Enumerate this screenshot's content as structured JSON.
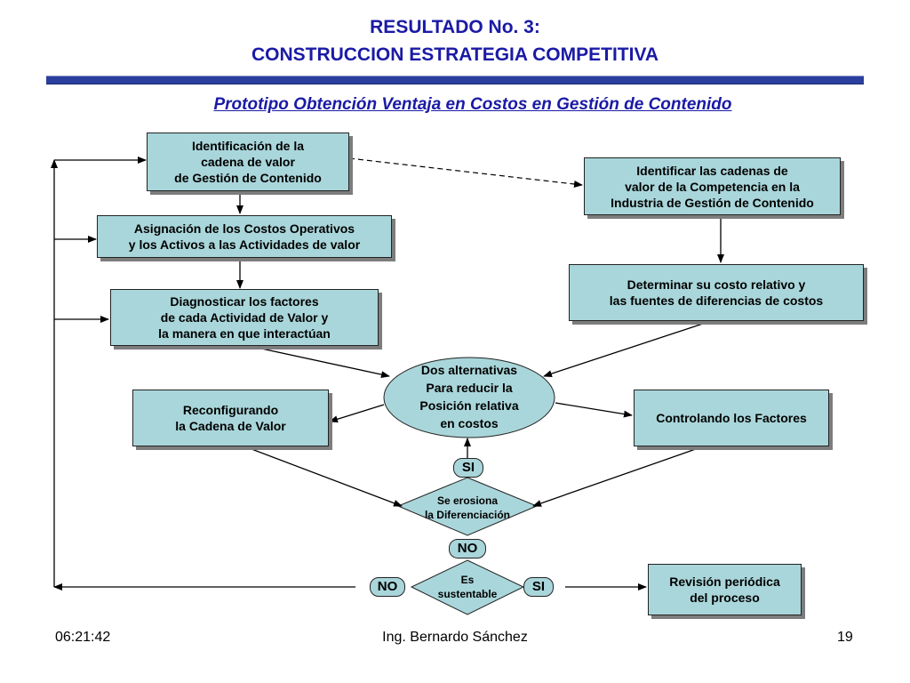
{
  "slide": {
    "title_line1": "RESULTADO No. 3:",
    "title_line2": "CONSTRUCCION ESTRATEGIA COMPETITIVA",
    "subtitle": "Prototipo Obtención Ventaja en Costos  en Gestión de Contenido"
  },
  "flowchart": {
    "identify_chain": "Identificación de la\ncadena de valor\nde Gestión de Contenido",
    "assign_costs": "Asignación de los Costos Operativos\ny los Activos  a las Actividades de valor",
    "diagnose_factors": "Diagnosticar los factores\nde cada Actividad de Valor y\nla manera en que interactúan",
    "identify_competitors": "Identificar las cadenas de\nvalor de la Competencia en la\nIndustria de Gestión de Contenido",
    "relative_cost": "Determinar su costo relativo y\nlas fuentes de diferencias de costos",
    "alternatives": "Dos alternativas\nPara reducir la\nPosición relativa\nen costos",
    "reconfigure": "Reconfigurando\nla Cadena de Valor",
    "control_factors": "Controlando los Factores",
    "erosion_question": "Se  erosiona\nla Diferenciación",
    "sustainable_question": "Es\nsustentable",
    "periodic_review": "Revisión periódica\ndel proceso",
    "label_si_top": "SI",
    "label_no_middle": "NO",
    "label_no_left": "NO",
    "label_si_right": "SI"
  },
  "footer": {
    "time": "06:21:42",
    "author": "Ing. Bernardo Sánchez",
    "page": "19"
  },
  "colors": {
    "title": "#1a1aa6",
    "box_fill": "#a9d6da",
    "rule": "#2b3f9e"
  }
}
